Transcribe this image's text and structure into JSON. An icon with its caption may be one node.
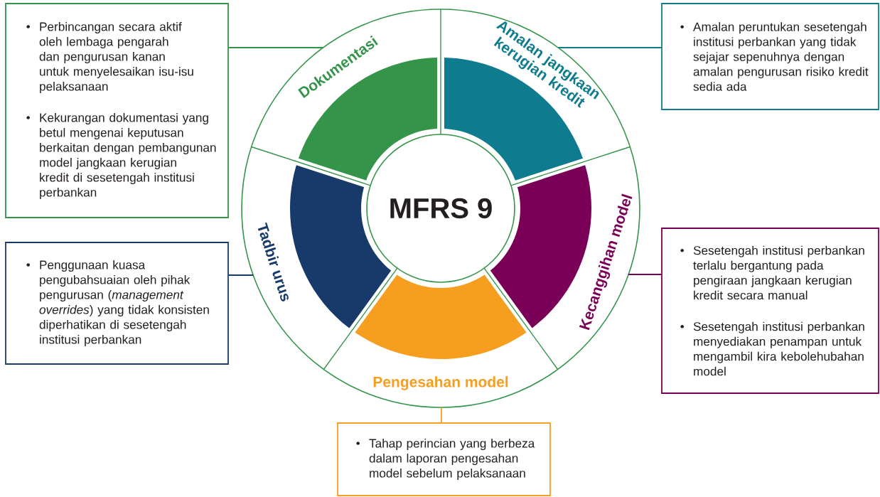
{
  "diagram": {
    "nodes": [
      {
        "text": [
          "MFRS 9"
        ]
      },
      {
        "text": [
          "Dokumentasi"
        ]
      },
      {
        "text": [
          "Amalan jangkaan kerugian kredit"
        ]
      },
      {
        "text": [
          "Kecanggihan model"
        ]
      },
      {
        "text": [
          "Pengesahan model"
        ]
      },
      {
        "text": [
          "Tadbir urus"
        ]
      },
      {
        "text": [
          "Perbincangan secara aktif oleh lembaga pengarah dan pengurusan kanan untuk menyelesaikan isu-isu pelaksanaan",
          "Kekurangan dokumentasi yang betul mengenai keputusan berkaitan dengan pembangunan model jangkaan kerugian kredit di sesetengah institusi perbankan"
        ]
      },
      {
        "text": [
          "Amalan peruntukan sesetengah institusi perbankan yang tidak sejajar sepenuhnya dengan amalan pengurusan risiko kredit sedia ada"
        ]
      },
      {
        "text": [
          "Penggunaan kuasa pengubahsuaian oleh pihak pengurusan (*management overrides*) yang tidak konsisten diperhatikan di sesetengah institusi perbankan"
        ]
      },
      {
        "text": [
          "Sesetengah institusi perbankan terlalu bergantung pada pengiraan jangkaan kerugian kredit secara manual",
          "Sesetengah institusi perbankan menyediakan penampan untuk mengambil kira kebolehubahan model"
        ]
      },
      {
        "text": [
          "Tahap perincian yang berbeza dalam laporan pengesahan model sebelum pelaksanaan"
        ]
      }
    ],
    "edges": [
      {
        "from": 1,
        "to": 6,
        "arrow": "none",
        "color": "#34944a"
      },
      {
        "from": 2,
        "to": 7,
        "arrow": "none",
        "color": "#0e7c8e"
      },
      {
        "from": 5,
        "to": 8,
        "arrow": "none",
        "color": "#173a6b"
      },
      {
        "from": 3,
        "to": 9,
        "arrow": "none",
        "color": "#7a0057"
      },
      {
        "from": 4,
        "to": 10,
        "arrow": "none",
        "color": "#f59e1f"
      }
    ]
  }
}
